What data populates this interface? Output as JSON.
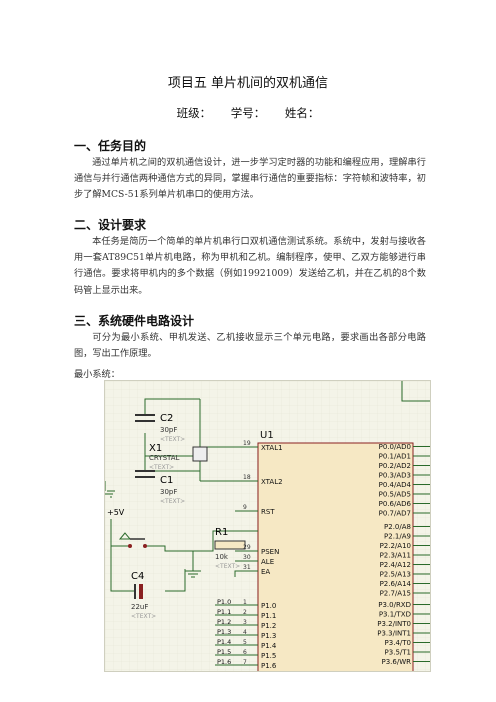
{
  "title": "项目五 单片机间的双机通信",
  "meta": {
    "class": "班级：",
    "id": "学号：",
    "name": "姓名："
  },
  "s1": {
    "heading": "一、任务目的",
    "text": "通过单片机之间的双机通信设计，进一步学习定时器的功能和编程应用，理解串行通信与并行通信两种通信方式的异同，掌握串行通信的重要指标：字符帧和波特率，初步了解MCS-51系列单片机串口的使用方法。"
  },
  "s2": {
    "heading": "二、设计要求",
    "text": "本任务是简历一个简单的单片机串行口双机通信测试系统。系统中，发射与接收各用一套AT89C51单片机电路，称为甲机和乙机。编制程序，使甲、乙双方能够进行串行通信。要求将甲机内的多个数据（例如19921009）发送给乙机，并在乙机的8个数码管上显示出来。"
  },
  "s3": {
    "heading": "三、系统硬件电路设计",
    "text": "可分为最小系统、甲机发送、乙机接收显示三个单元电路，要求画出各部分电路图，写出工作原理。",
    "caption": "最小系统："
  },
  "schematic": {
    "u1": "U1",
    "c2": "C2",
    "c2_val": "30pF",
    "x1": "X1",
    "x1_val": "CRYSTAL",
    "c1": "C1",
    "c1_val": "30pF",
    "r1": "R1",
    "r1_val": "10k",
    "c4": "C4",
    "c4_val": "22uF",
    "vcc": "+5V",
    "text_tag": "<TEXT>",
    "left_pins": [
      {
        "num": "19",
        "name": "XTAL1"
      },
      {
        "num": "18",
        "name": "XTAL2"
      },
      {
        "num": "9",
        "name": "RST"
      },
      {
        "num": "29",
        "name": "PSEN"
      },
      {
        "num": "30",
        "name": "ALE"
      },
      {
        "num": "31",
        "name": "EA"
      }
    ],
    "p1_pins": [
      {
        "num": "1",
        "net": "P1.0",
        "name": "P1.0"
      },
      {
        "num": "2",
        "net": "P1.1",
        "name": "P1.1"
      },
      {
        "num": "3",
        "net": "P1.2",
        "name": "P1.2"
      },
      {
        "num": "4",
        "net": "P1.3",
        "name": "P1.3"
      },
      {
        "num": "5",
        "net": "P1.4",
        "name": "P1.4"
      },
      {
        "num": "6",
        "net": "P1.5",
        "name": "P1.5"
      },
      {
        "num": "7",
        "net": "P1.6",
        "name": "P1.6"
      }
    ],
    "right_pins": [
      "P0.0/AD0",
      "P0.1/AD1",
      "P0.2/AD2",
      "P0.3/AD3",
      "P0.4/AD4",
      "P0.5/AD5",
      "P0.6/AD6",
      "P0.7/AD7",
      "P2.0/A8",
      "P2.1/A9",
      "P2.2/A10",
      "P2.3/A11",
      "P2.4/A12",
      "P2.5/A13",
      "P2.6/A14",
      "P2.7/A15",
      "P3.0/RXD",
      "P3.1/TXD",
      "P3.2/INT0",
      "P3.3/INT1",
      "P3.4/T0",
      "P3.5/T1",
      "P3.6/WR"
    ]
  }
}
